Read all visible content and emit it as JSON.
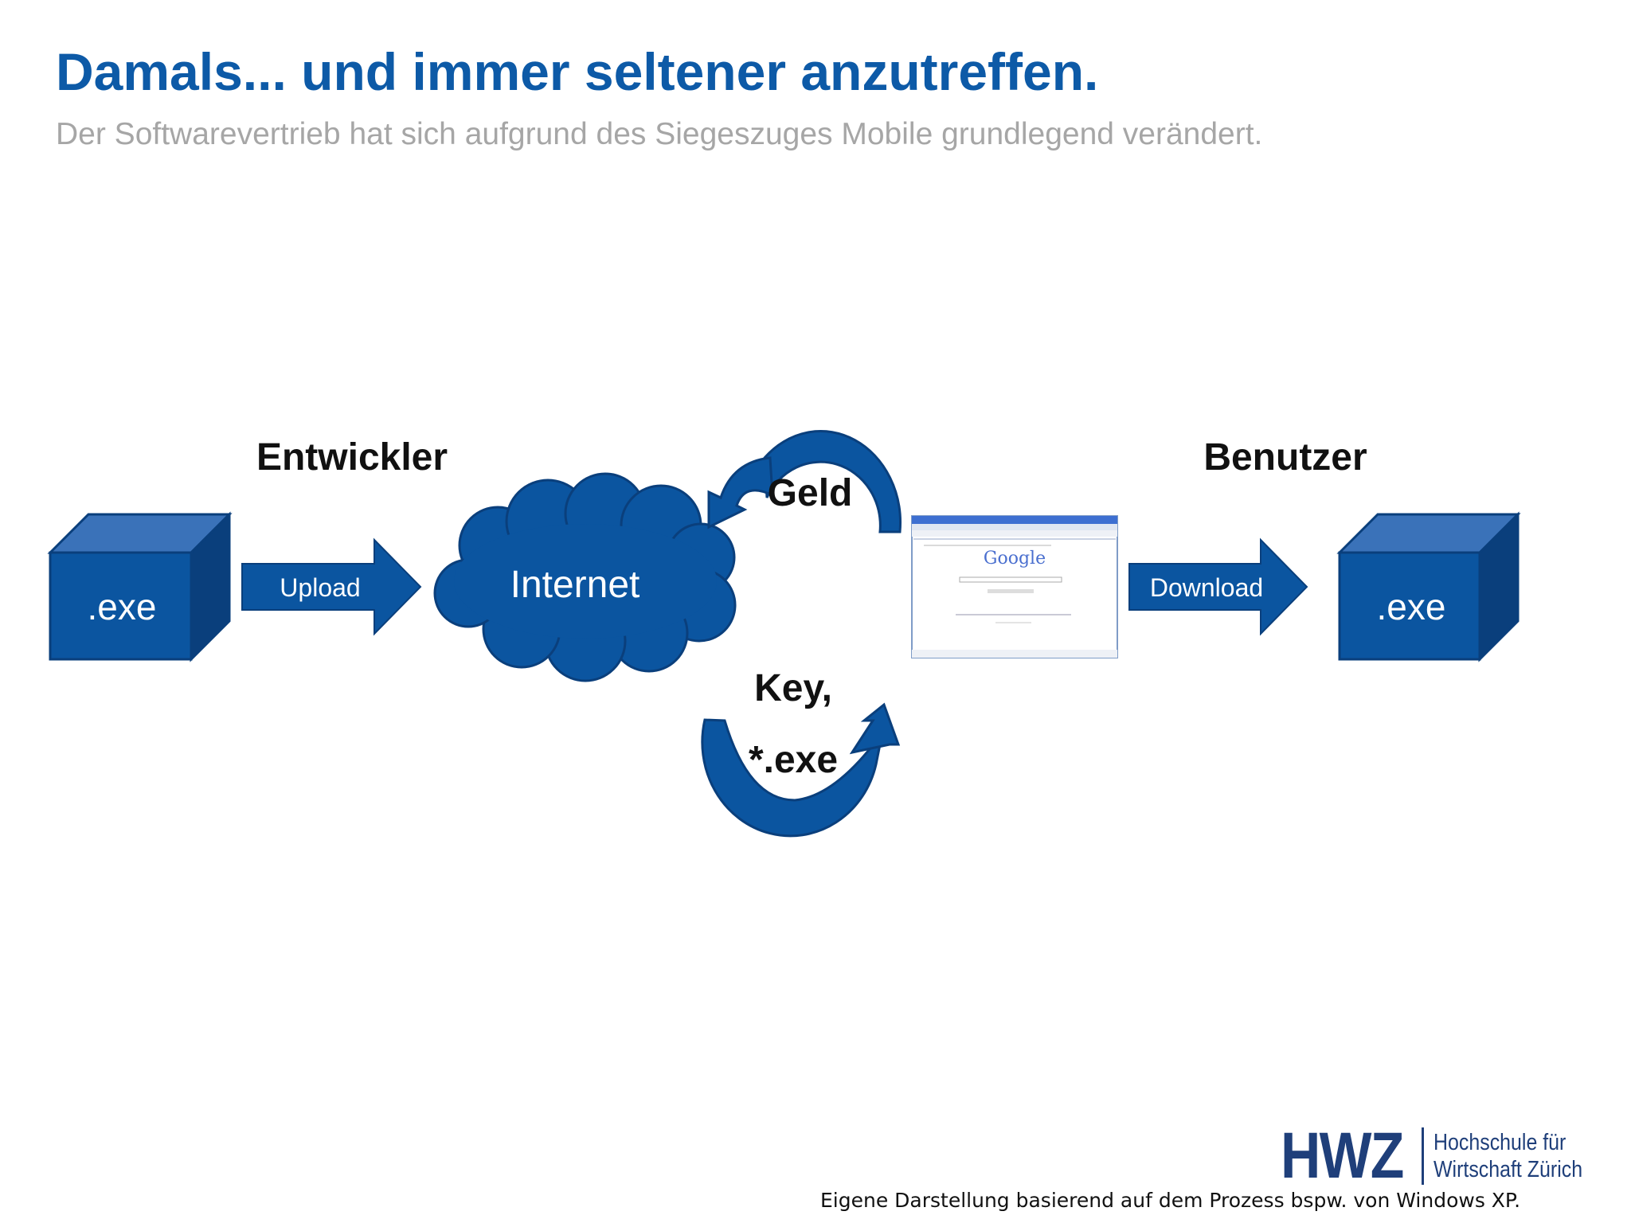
{
  "slide": {
    "title": "Damals... und immer seltener anzutreffen.",
    "subtitle": "Der Softwarevertrieb hat sich aufgrund des Siegeszuges Mobile grundlegend verändert.",
    "footer": "Eigene Darstellung basierend auf dem Prozess bspw. von Windows XP."
  },
  "diagram": {
    "developer_label": "Entwickler",
    "user_label": "Benutzer",
    "left_box_label": ".exe",
    "right_box_label": ".exe",
    "upload_label": "Upload",
    "download_label": "Download",
    "cloud_label": "Internet",
    "money_label": "Geld",
    "key_label_line1": "Key,",
    "key_label_line2": "*.exe",
    "browser_logo": "Google"
  },
  "logo": {
    "mark": "HWZ",
    "line1": "Hochschule für",
    "line2": "Wirtschaft Zürich"
  },
  "colors": {
    "title": "#0d5aa7",
    "shape_fill": "#0b55a0",
    "shape_dark": "#0a3f7c",
    "shape_light": "#3a72b9",
    "subtitle": "#a6a6a6"
  }
}
